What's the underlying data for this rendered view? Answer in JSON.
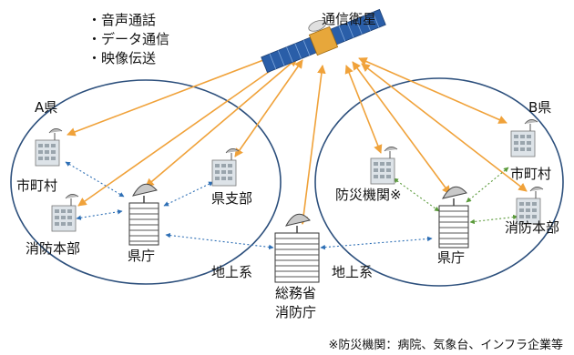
{
  "services": [
    "・音声通話",
    "・データ通信",
    "・映像伝送"
  ],
  "satellite_label": "通信衛星",
  "prefectures": {
    "a": {
      "label": "A県",
      "municipality": "市町村",
      "fire_hq": "消防本部",
      "prefectural_office": "県庁",
      "branch_office": "県支部"
    },
    "b": {
      "label": "B県",
      "municipality": "市町村",
      "fire_hq": "消防本部",
      "prefectural_office": "県庁",
      "disaster_org": "防災機関※"
    }
  },
  "central": {
    "line1": "総務省",
    "line2": "消防庁"
  },
  "terrestrial": {
    "left": "地上系",
    "right": "地上系"
  },
  "footnote": "※防災機関：病院、気象台、インフラ企業等",
  "colors": {
    "satellite_link": "#f0a23a",
    "ground_link": "#2e6fb5",
    "local_link": "#5a9a3a",
    "circle": "#2c4f7c"
  }
}
